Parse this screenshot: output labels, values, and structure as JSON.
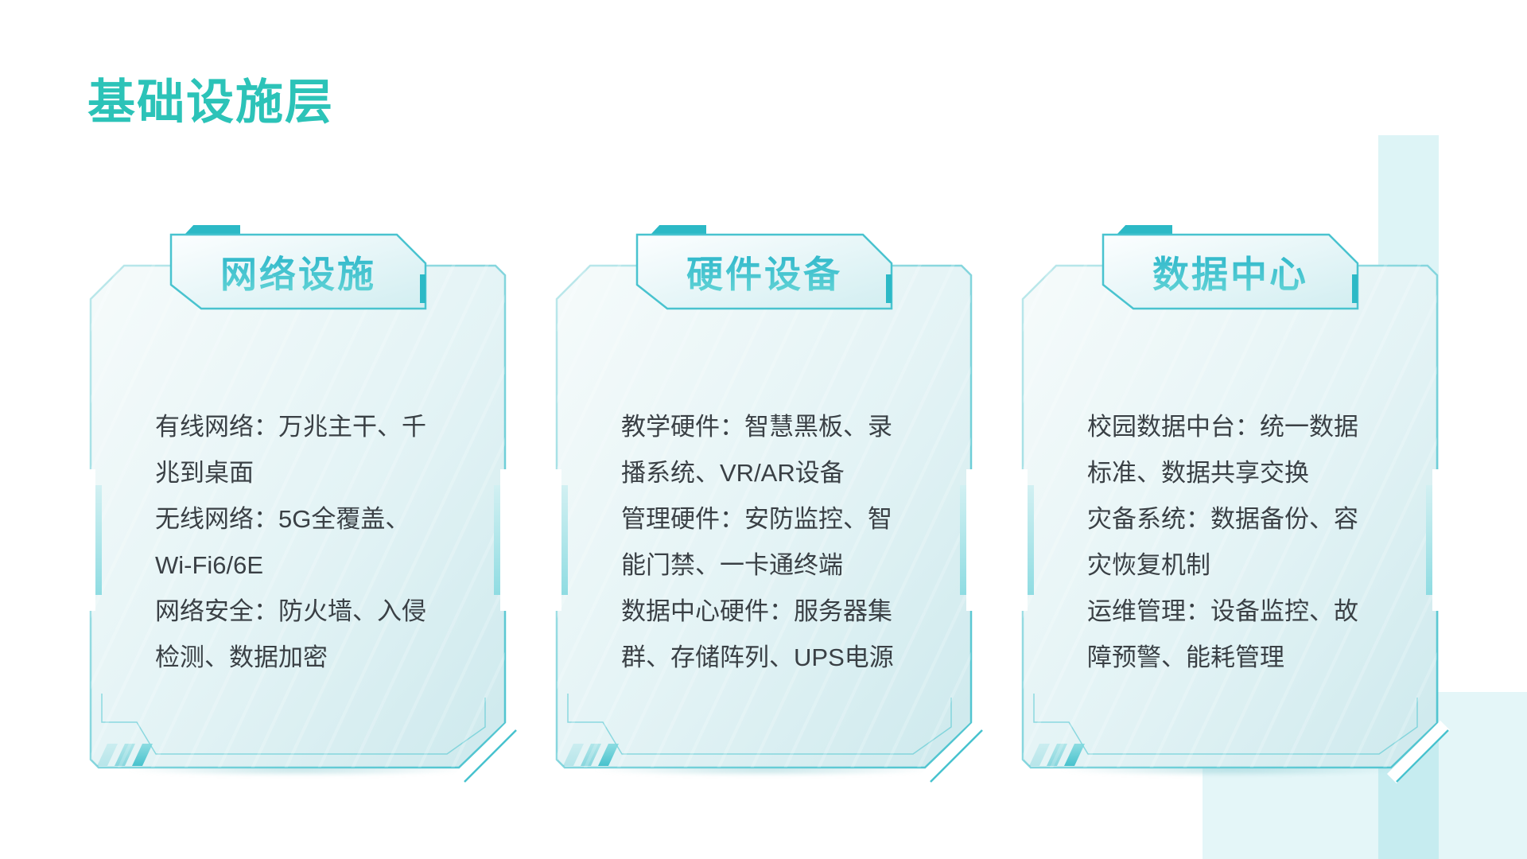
{
  "slide": {
    "title": "基础设施层",
    "colors": {
      "title_accent": "#2cc3b8",
      "card_border": "#49c3cf",
      "badge_tab": "#2cb9c6",
      "badge_text_top": "#24b1c8",
      "badge_text_bottom": "#72dcd9",
      "body_text": "#3a4045",
      "card_fill_light": "#f6fbfb",
      "card_fill_dark": "#cde9ed"
    },
    "cards": [
      {
        "header": "网络设施",
        "items": [
          "有线网络：万兆主干、千兆到桌面",
          "无线网络：5G全覆盖、Wi-Fi6/6E",
          "网络安全：防火墙、入侵检测、数据加密"
        ]
      },
      {
        "header": "硬件设备",
        "items": [
          "教学硬件：智慧黑板、录播系统、VR/AR设备",
          "管理硬件：安防监控、智能门禁、一卡通终端",
          "数据中心硬件：服务器集群、存储阵列、UPS电源"
        ]
      },
      {
        "header": "数据中心",
        "items": [
          "校园数据中台：统一数据标准、数据共享交换",
          "灾备系统：数据备份、容灾恢复机制",
          "运维管理：设备监控、故障预警、能耗管理"
        ]
      }
    ]
  }
}
